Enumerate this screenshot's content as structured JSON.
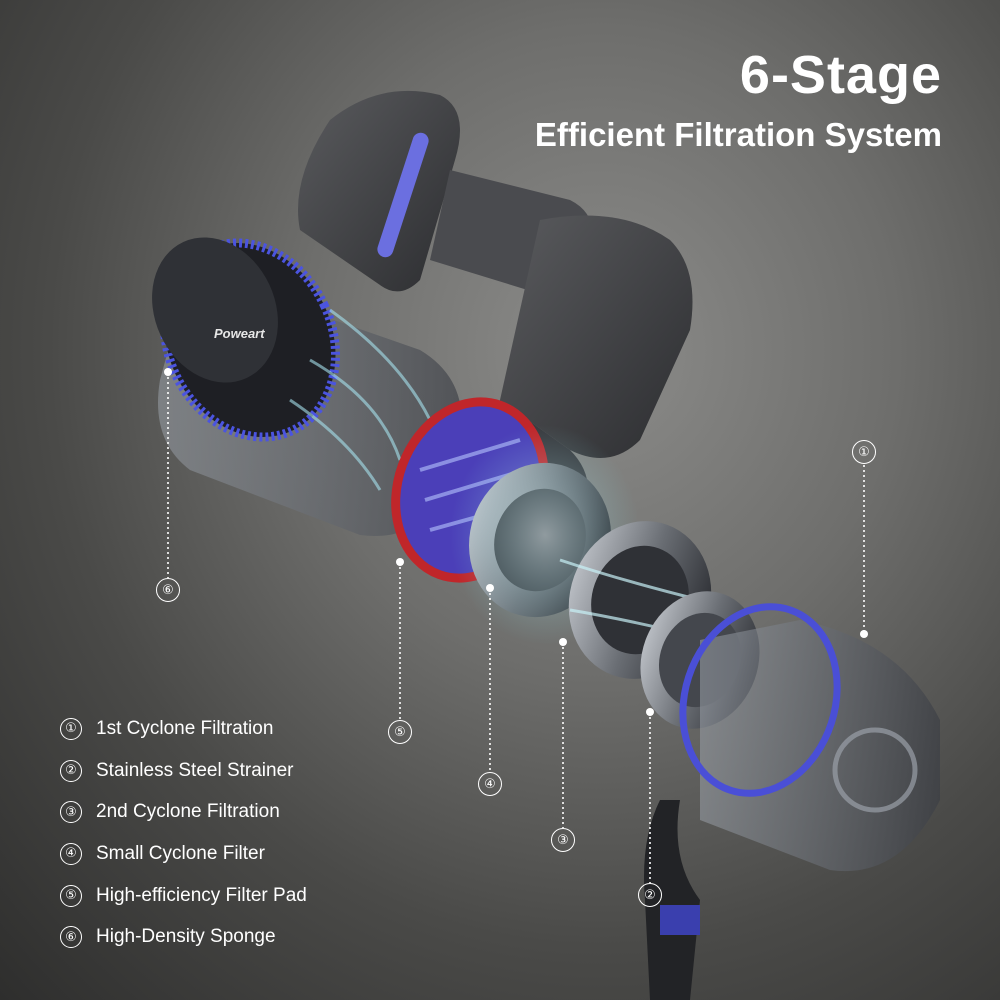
{
  "header": {
    "title": "6-Stage",
    "subtitle": "Efficient Filtration System"
  },
  "product": {
    "brand_logo": "Poweart"
  },
  "legend": {
    "items": [
      {
        "num": "①",
        "label": "1st Cyclone Filtration"
      },
      {
        "num": "②",
        "label": "Stainless Steel Strainer"
      },
      {
        "num": "③",
        "label": "2nd Cyclone Filtration"
      },
      {
        "num": "④",
        "label": "Small Cyclone Filter"
      },
      {
        "num": "⑤",
        "label": "High-efficiency Filter Pad"
      },
      {
        "num": "⑥",
        "label": "High-Density Sponge"
      }
    ]
  },
  "callouts": {
    "c1": "①",
    "c2": "②",
    "c3": "③",
    "c4": "④",
    "c5": "⑤",
    "c6": "⑥"
  },
  "colors": {
    "accent_blue": "#4a4fd6",
    "filter_red": "#c0262a",
    "filter_purple": "#4b3fb8",
    "text": "#ffffff"
  }
}
